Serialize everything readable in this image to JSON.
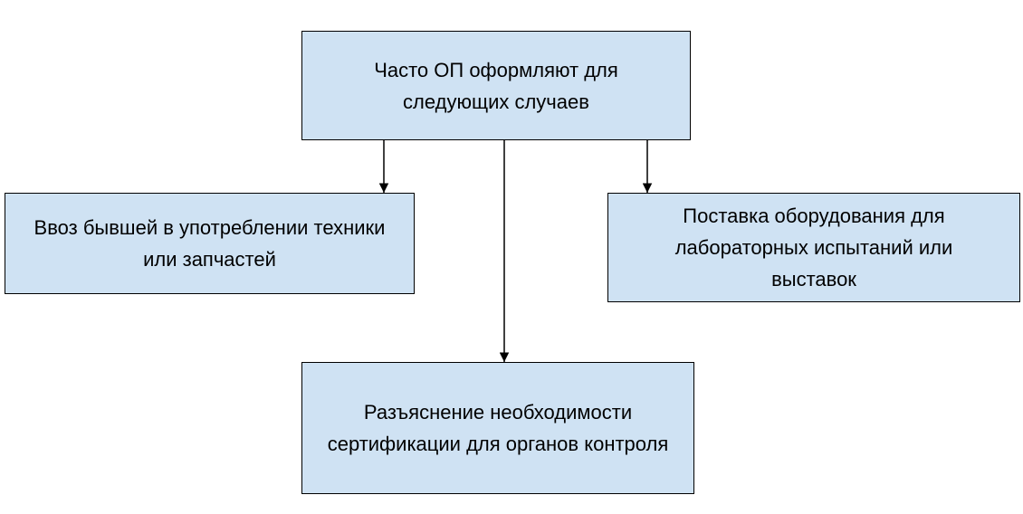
{
  "colors": {
    "box_fill": "#cfe2f3",
    "box_border": "#000000",
    "arrow": "#000000",
    "text": "#000000",
    "background": "#ffffff"
  },
  "diagram": {
    "root": {
      "text": "Часто ОП оформляют для следующих случаев"
    },
    "children": {
      "left": {
        "text": "Ввоз бывшей в употреблении техники или запчастей"
      },
      "right": {
        "text": "Поставка оборудования для лабораторных испытаний или выставок"
      },
      "bottom": {
        "text": "Разъяснение необходимости сертификации для органов контроля"
      }
    },
    "edges": [
      {
        "from": "root",
        "to": "left"
      },
      {
        "from": "root",
        "to": "bottom"
      },
      {
        "from": "root",
        "to": "right"
      }
    ]
  }
}
